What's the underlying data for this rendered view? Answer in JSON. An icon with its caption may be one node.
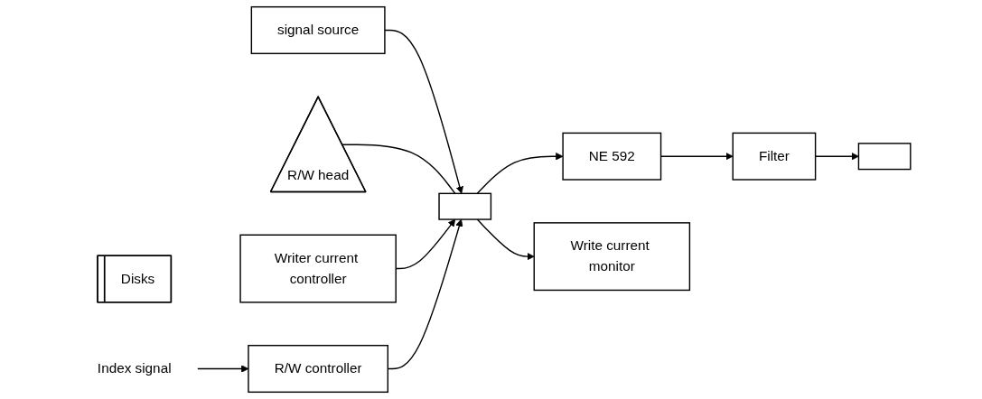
{
  "diagram": {
    "nodes": [
      {
        "text": [
          "signal source"
        ]
      },
      {
        "text": [
          "R/W head"
        ]
      },
      {
        "text": [
          "Disks"
        ]
      },
      {
        "text": [],
        "shape": "box"
      },
      {
        "text": [
          "NE 592"
        ]
      },
      {
        "text": [
          "Filter"
        ]
      },
      {
        "text": [],
        "shape": "box"
      },
      {
        "text": [
          "Writer current controller"
        ]
      },
      {
        "text": [
          "Write current monitor"
        ]
      },
      {
        "text": [
          "R/W controller"
        ]
      },
      {
        "text": [
          "Index signal"
        ]
      }
    ],
    "edges": [
      {
        "from": 0,
        "to": 3,
        "arrow": "to"
      },
      {
        "from": 1,
        "to": 3,
        "arrow": "none"
      },
      {
        "from": 3,
        "to": 4,
        "arrow": "to"
      },
      {
        "from": 4,
        "to": 5,
        "arrow": "to"
      },
      {
        "from": 5,
        "to": 6,
        "arrow": "to"
      },
      {
        "from": 7,
        "to": 3,
        "arrow": "to"
      },
      {
        "from": 3,
        "to": 8,
        "arrow": "to"
      },
      {
        "from": 9,
        "to": 3,
        "arrow": "to"
      },
      {
        "from": 10,
        "to": 9,
        "arrow": "to"
      }
    ]
  }
}
